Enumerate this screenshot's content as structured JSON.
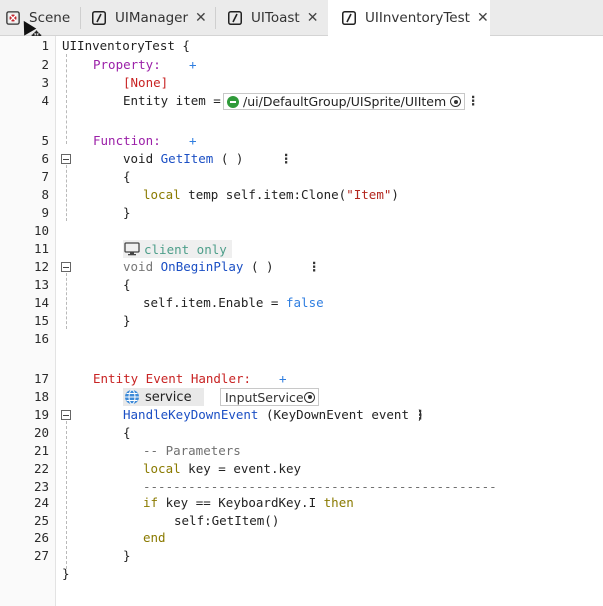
{
  "tabs": [
    {
      "label": "Scene",
      "icon": "scene-icon",
      "closable": false
    },
    {
      "label": "UIManager",
      "icon": "script-icon",
      "closable": true
    },
    {
      "label": "UIToast",
      "icon": "script-icon",
      "closable": true
    },
    {
      "label": "UIInventoryTest",
      "icon": "script-icon",
      "closable": true,
      "active": true
    }
  ],
  "close_glyph": "✕",
  "line_numbers": [
    "1",
    "2",
    "3",
    "4",
    "5",
    "6",
    "7",
    "8",
    "9",
    "10",
    "11",
    "12",
    "13",
    "14",
    "15",
    "16",
    "17",
    "18",
    "19",
    "20",
    "21",
    "22",
    "23",
    "24",
    "25",
    "26",
    "27"
  ],
  "code": {
    "l1": "UIInventoryTest {",
    "property_label": "Property:",
    "plus": "+",
    "none_attr": "[None]",
    "entity_decl": "Entity item =",
    "entity_path": "/ui/DefaultGroup/UISprite/UIItem",
    "function_label": "Function:",
    "void1": "void ",
    "getitem": "GetItem",
    "parens": " ( )",
    "lbrace": "{",
    "rbrace": "}",
    "local_kw": "local",
    "clone_line": " temp self.item:Clone(",
    "clone_str": "\"Item\"",
    "close_paren": ")",
    "client_only": "client only",
    "void2": "void ",
    "onbeginplay": "OnBeginPlay",
    "enable_line": "self.item.Enable = ",
    "false_kw": "false",
    "entity_event_label": "Entity Event Handler:",
    "service_label": "service",
    "service_value": "InputService",
    "handle_name": "HandleKeyDownEvent",
    "handle_args": " (KeyDownEvent event )",
    "comment_params": "-- Parameters",
    "key_line": " key = event.key",
    "dashes": "-----------------------------------------------",
    "if_kw": "if",
    "if_cond": " key == KeyboardKey.I ",
    "then_kw": "then",
    "getitem_call": "self:GetItem()",
    "end_kw": "end",
    "kebab": "⋮"
  }
}
